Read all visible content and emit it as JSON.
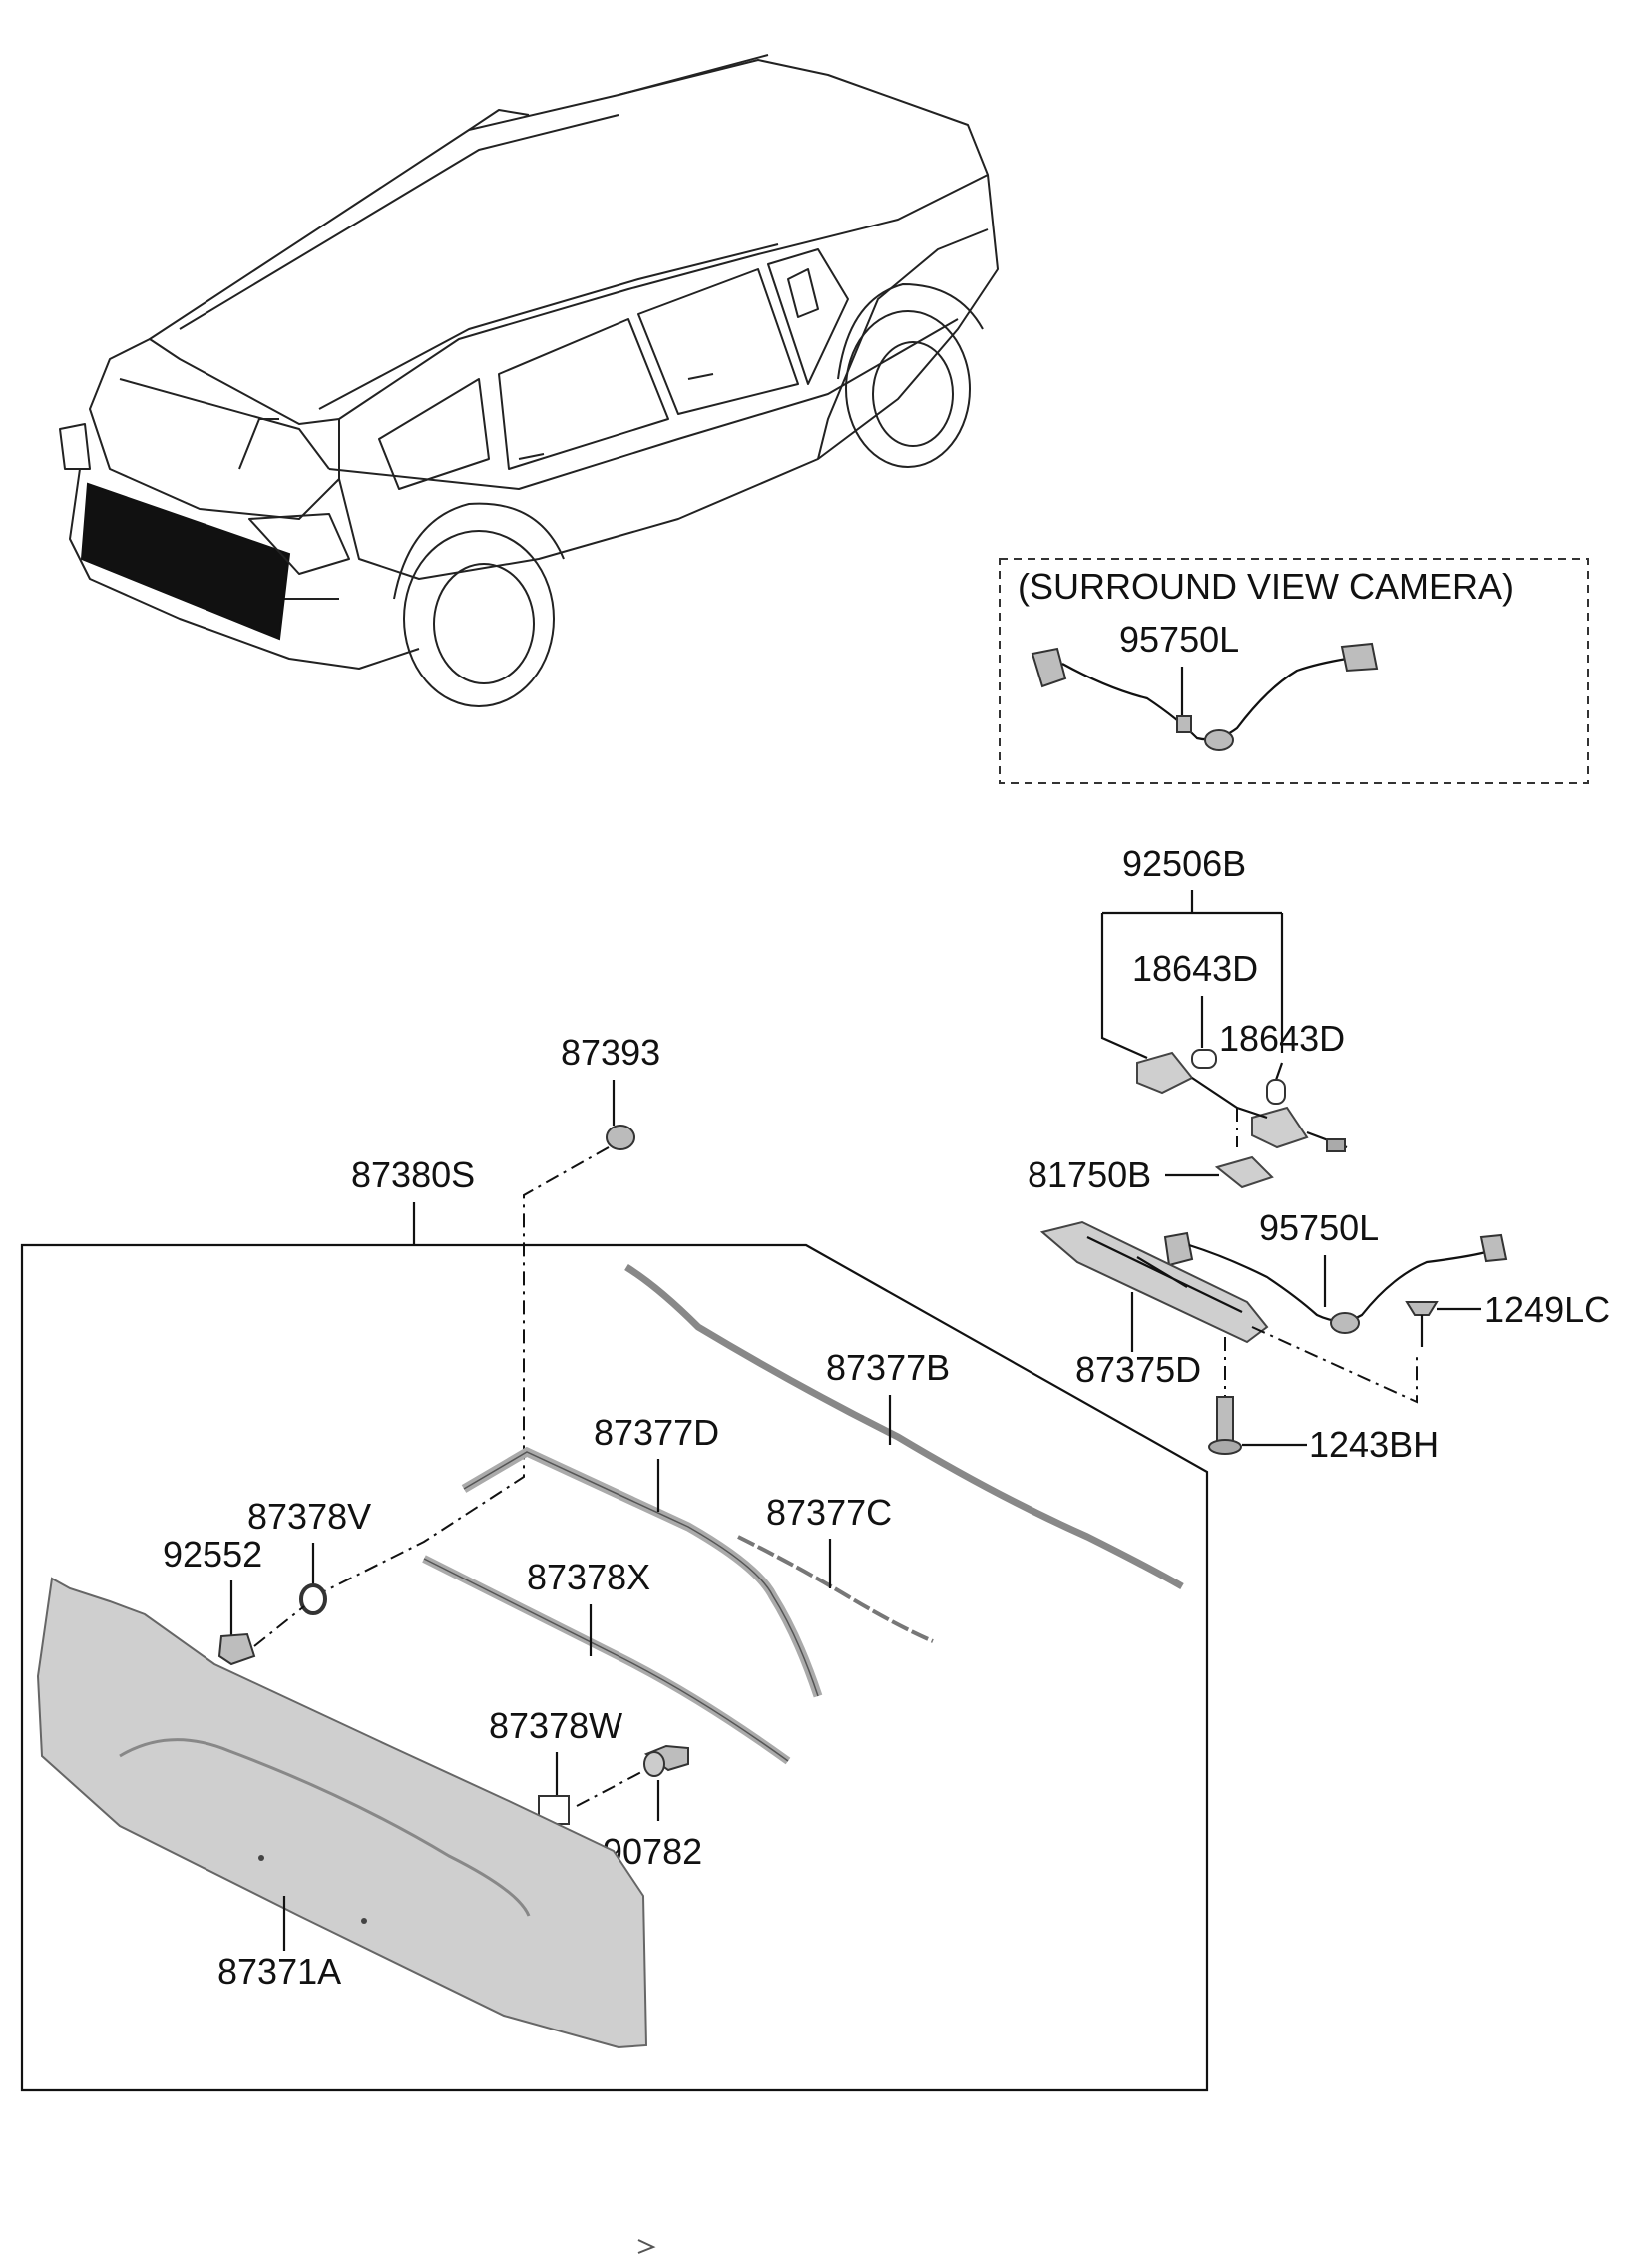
{
  "title": "",
  "inset": {
    "caption": "(SURROUND VIEW CAMERA)",
    "part": "95750L"
  },
  "parts": {
    "p92506B": "92506B",
    "p18643D_a": "18643D",
    "p18643D_b": "18643D",
    "p81750B": "81750B",
    "p95750L": "95750L",
    "p1249LC": "1249LC",
    "p87375D": "87375D",
    "p1243BH": "1243BH",
    "p87393": "87393",
    "p87380S": "87380S",
    "p87377B": "87377B",
    "p87377D": "87377D",
    "p87377C": "87377C",
    "p87378V": "87378V",
    "p92552": "92552",
    "p87378X": "87378X",
    "p87378W": "87378W",
    "p90782": "90782",
    "p87371A": "87371A"
  },
  "colors": {
    "line": "#111111",
    "part_fill": "#cfcfcf",
    "highlight": "#111111"
  },
  "icons": {
    "vehicle": "suv-rear-view-icon",
    "next_page": "chevron-right-icon"
  }
}
